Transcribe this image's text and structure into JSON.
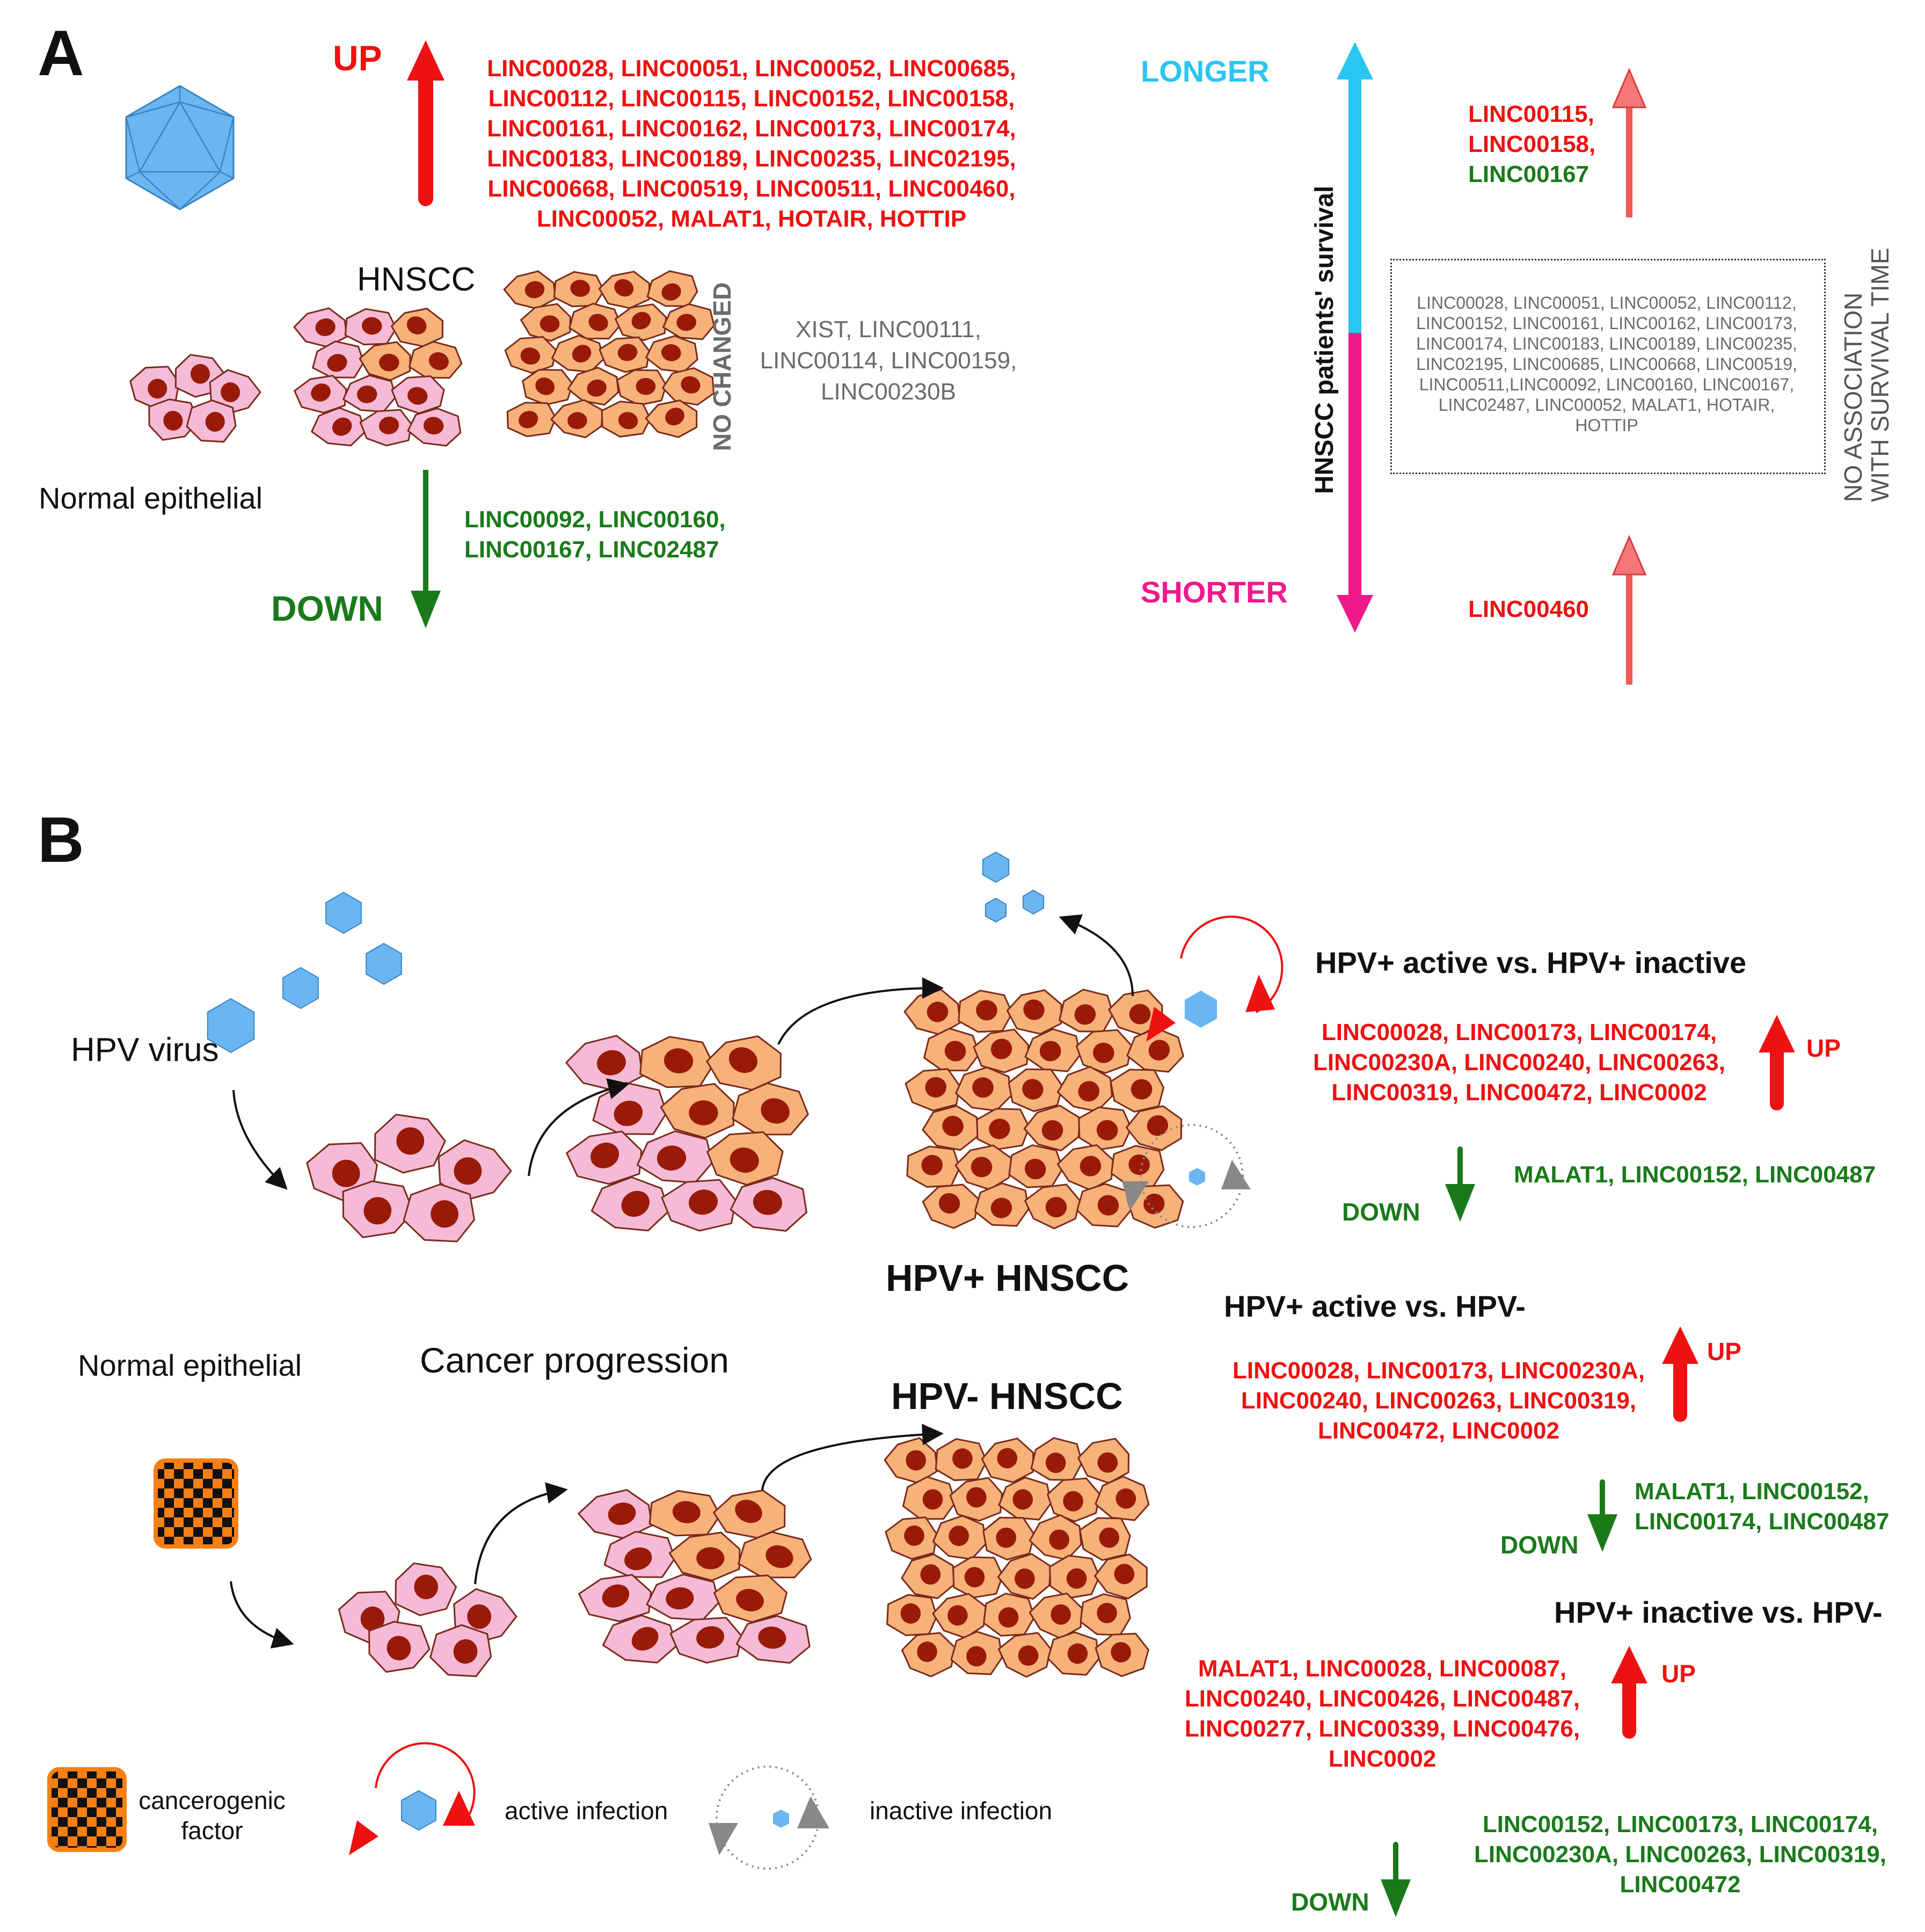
{
  "panel_a": {
    "label": "A",
    "up_label": "UP",
    "down_label": "DOWN",
    "up_genes": [
      "LINC00028, LINC00051, LINC00052, LINC00685,",
      "LINC00112, LINC00115, LINC00152, LINC00158,",
      "LINC00161, LINC00162, LINC00173, LINC00174,",
      "LINC00183, LINC00189, LINC00235, LINC02195,",
      "LINC00668, LINC00519, LINC00511, LINC00460,",
      "LINC00052, MALAT1, HOTAIR, HOTTIP"
    ],
    "down_genes": [
      "LINC00092, LINC00160,",
      "LINC00167, LINC02487"
    ],
    "hnscc_label": "HNSCC",
    "normal_label": "Normal epithelial",
    "no_changed_label": "NO CHANGED",
    "no_changed_genes": [
      "XIST, LINC00111,",
      "LINC00114, LINC00159,",
      "LINC00230B"
    ],
    "survival": {
      "axis_label": "HNSCC patients' survival",
      "longer_label": "LONGER",
      "shorter_label": "SHORTER",
      "longer_genes_red": [
        "LINC00115,",
        "LINC00158,"
      ],
      "longer_genes_green": [
        "LINC00167"
      ],
      "shorter_genes": [
        "LINC00460"
      ],
      "no_association_label_1": "NO ASSOCIATION",
      "no_association_label_2": "WITH SURVIVAL TIME",
      "no_association_genes": [
        "LINC00028, LINC00051, LINC00052, LINC00112,",
        "LINC00152, LINC00161, LINC00162, LINC00173,",
        "LINC00174, LINC00183, LINC00189, LINC00235,",
        "LINC02195, LINC00685, LINC00668, LINC00519,",
        "LINC00511,LINC00092, LINC00160, LINC00167,",
        "LINC02487, LINC00052, MALAT1, HOTAIR,",
        "HOTTIP"
      ]
    }
  },
  "panel_b": {
    "label": "B",
    "hpv_virus_label": "HPV virus",
    "normal_label": "Normal epithelial",
    "progression_label": "Cancer progression",
    "hpv_pos_label": "HPV+ HNSCC",
    "hpv_neg_label": "HPV- HNSCC",
    "comparisons": [
      {
        "title": "HPV+ active vs. HPV+ inactive",
        "up_label": "UP",
        "down_label": "DOWN",
        "up_genes": [
          "LINC00028, LINC00173, LINC00174,",
          "LINC00230A, LINC00240, LINC00263,",
          "LINC00319, LINC00472, LINC0002"
        ],
        "down_genes": [
          "MALAT1, LINC00152, LINC00487"
        ]
      },
      {
        "title": "HPV+ active vs. HPV-",
        "up_label": "UP",
        "down_label": "DOWN",
        "up_genes": [
          "LINC00028, LINC00173, LINC00230A,",
          "LINC00240, LINC00263, LINC00319,",
          "LINC00472, LINC0002"
        ],
        "down_genes": [
          "MALAT1, LINC00152,",
          "LINC00174, LINC00487"
        ]
      },
      {
        "title": "HPV+ inactive vs. HPV-",
        "up_label": "UP",
        "down_label": "DOWN",
        "up_genes": [
          "MALAT1, LINC00028, LINC00087,",
          "LINC00240, LINC00426, LINC00487,",
          "LINC00277, LINC00339, LINC00476,",
          "LINC0002"
        ],
        "down_genes": [
          "LINC00152, LINC00173, LINC00174,",
          "LINC00230A, LINC00263, LINC00319,",
          "LINC00472"
        ]
      }
    ],
    "legend": {
      "carcinogen_label_1": "cancerogenic",
      "carcinogen_label_2": "factor",
      "active_label": "active infection",
      "inactive_label": "inactive infection"
    }
  },
  "colors": {
    "up": "#ee1111",
    "down": "#1a7a1a",
    "longer": "#29c6f2",
    "shorter": "#ee1a8a",
    "normal_cell": "#f5bbd6",
    "cancer_cell": "#f7b27a",
    "nucleus": "#9a1a08",
    "virus": "#6ab6f2"
  }
}
